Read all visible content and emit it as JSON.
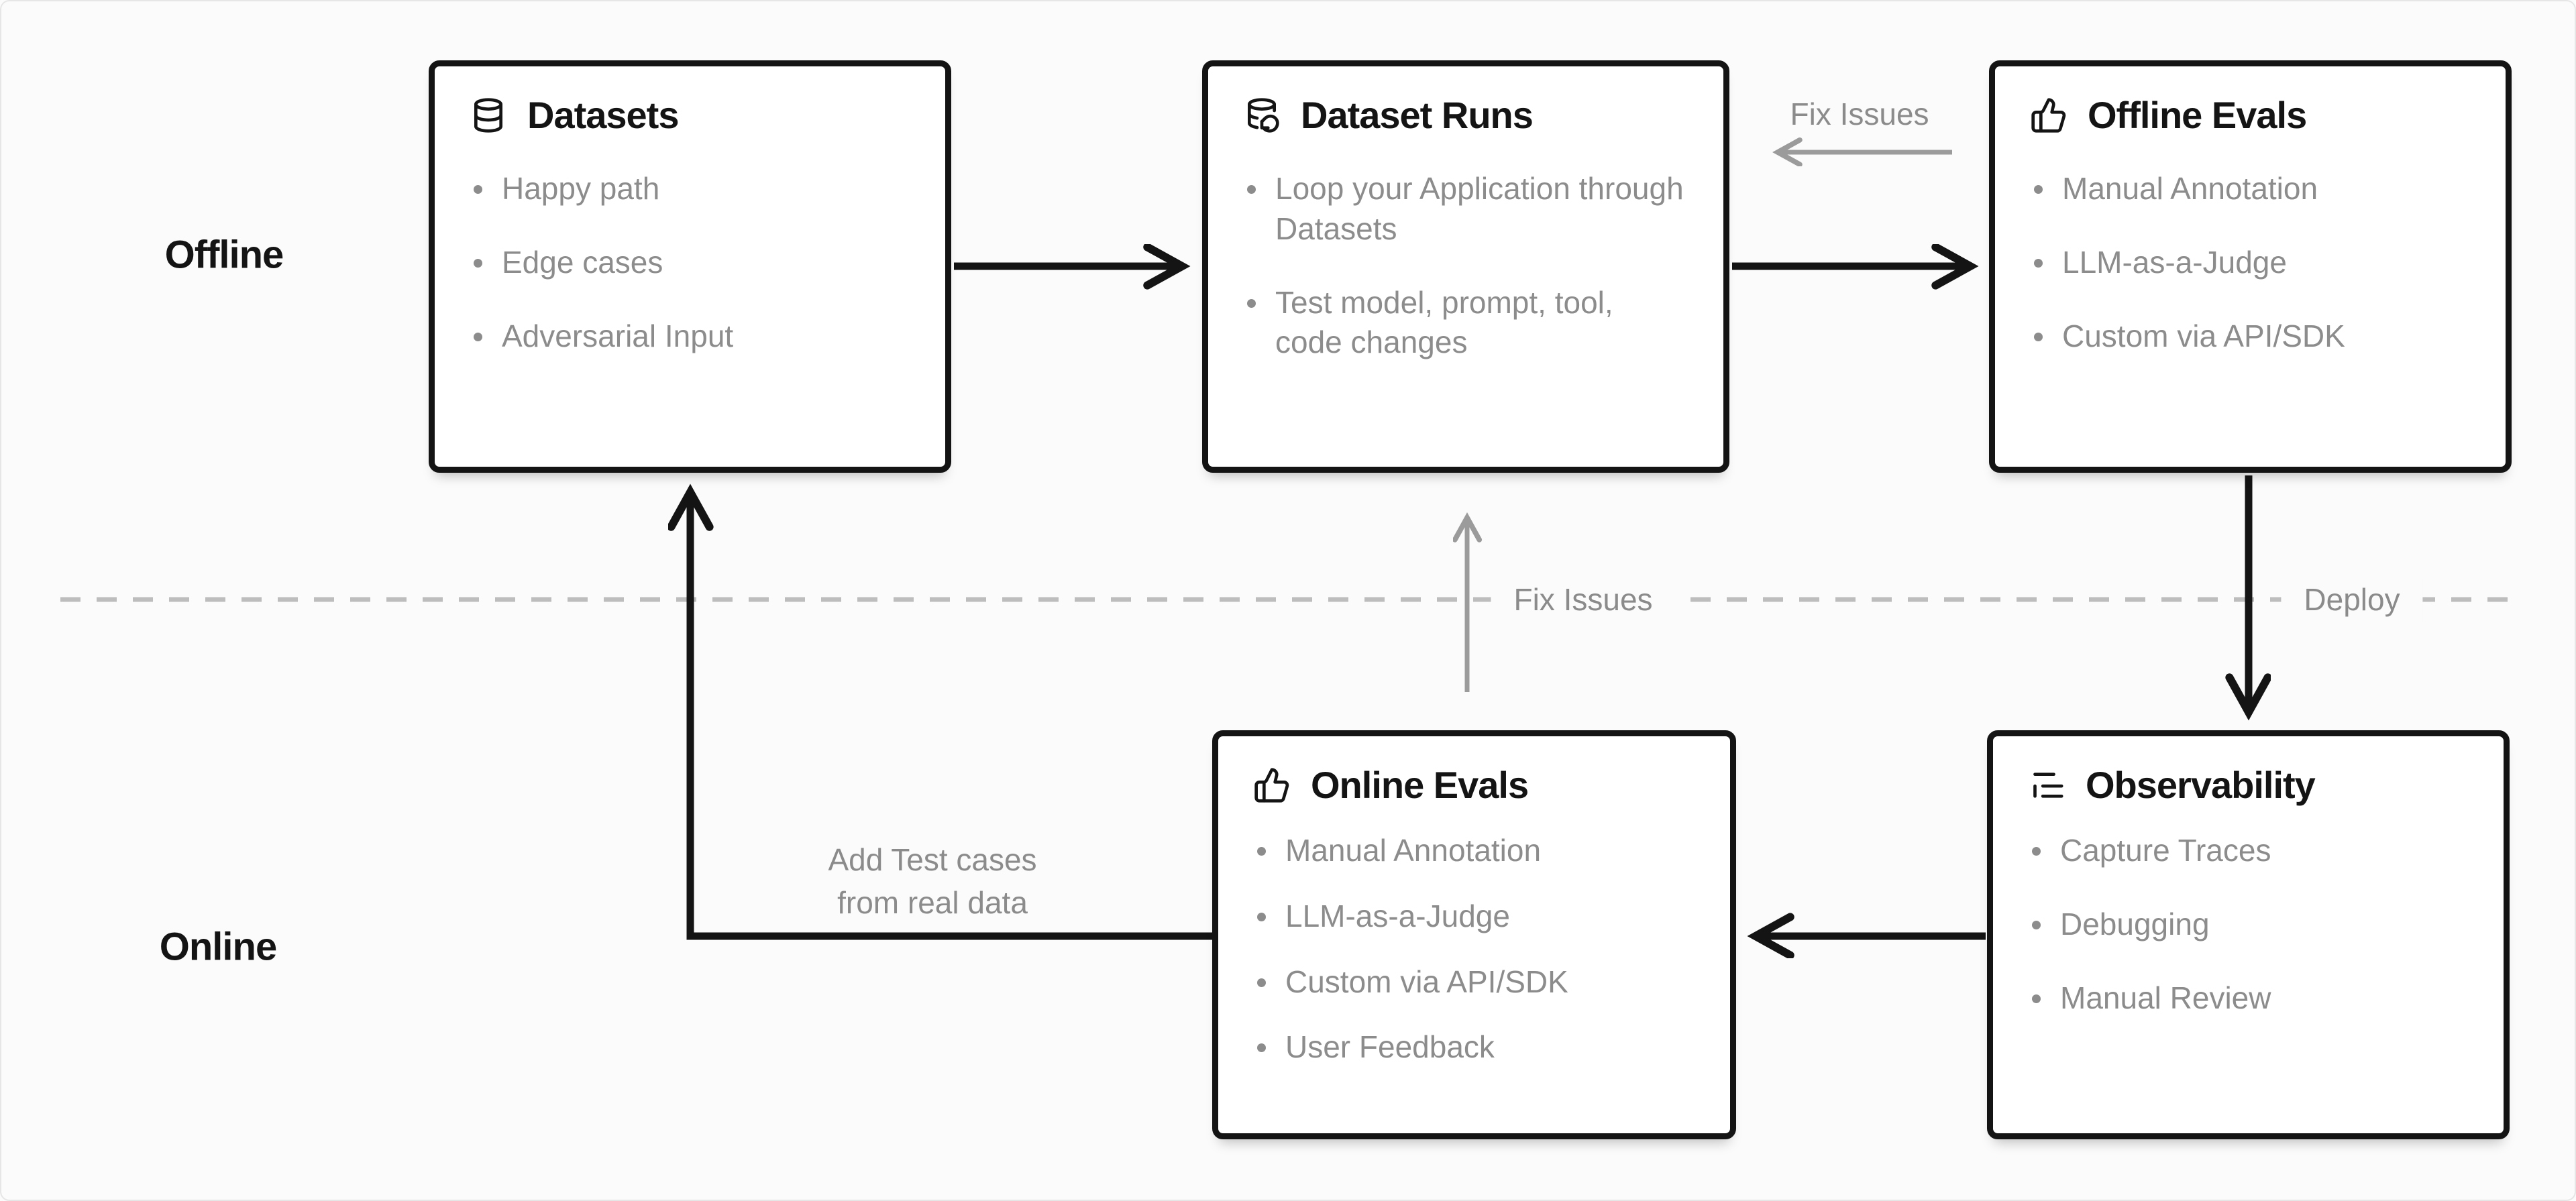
{
  "colors": {
    "canvas_bg": "#fbfbfb",
    "canvas_border": "#e6e6e6",
    "card_bg": "#ffffff",
    "card_border": "#141414",
    "title_text": "#141414",
    "muted_text": "#8c8c8c",
    "arrow_black": "#141414",
    "arrow_gray": "#9b9b9b",
    "divider_dash": "#bdbdbd"
  },
  "sections": {
    "offline": {
      "label": "Offline"
    },
    "online": {
      "label": "Online"
    }
  },
  "boxes": [
    {
      "id": "datasets",
      "icon": "database-icon",
      "title": "Datasets",
      "items": [
        "Happy path",
        "Edge cases",
        "Adversarial Input"
      ]
    },
    {
      "id": "dataset-runs",
      "icon": "database-refresh-icon",
      "title": "Dataset Runs",
      "items": [
        "Loop your Application through Datasets",
        "Test model, prompt, tool, code changes"
      ]
    },
    {
      "id": "offline-evals",
      "icon": "thumbs-up-icon",
      "title": "Offline Evals",
      "items": [
        "Manual Annotation",
        "LLM-as-a-Judge",
        "Custom via API/SDK"
      ]
    },
    {
      "id": "online-evals",
      "icon": "thumbs-up-icon",
      "title": "Online Evals",
      "items": [
        "Manual Annotation",
        "LLM-as-a-Judge",
        "Custom via API/SDK",
        "User Feedback"
      ]
    },
    {
      "id": "observability",
      "icon": "list-tree-icon",
      "title": "Observability",
      "items": [
        "Capture Traces",
        "Debugging",
        "Manual Review"
      ]
    }
  ],
  "edge_labels": {
    "fix_issues_top": "Fix Issues",
    "fix_issues_mid": "Fix Issues",
    "deploy": "Deploy",
    "add_test_cases_line1": "Add Test cases",
    "add_test_cases_line2": "from real data"
  },
  "edges": [
    {
      "from": "datasets",
      "to": "dataset-runs",
      "style": "black-arrow"
    },
    {
      "from": "dataset-runs",
      "to": "offline-evals",
      "style": "black-arrow"
    },
    {
      "from": "offline-evals",
      "to": "observability",
      "style": "black-arrow",
      "label": "Deploy"
    },
    {
      "from": "observability",
      "to": "online-evals",
      "style": "black-arrow"
    },
    {
      "from": "online-evals",
      "to": "datasets",
      "style": "black-arrow",
      "label": "Add Test cases from real data"
    },
    {
      "from": "offline-evals",
      "to": "dataset-runs",
      "style": "gray-arrow",
      "label": "Fix Issues"
    },
    {
      "from": "online-evals",
      "to": "dataset-runs",
      "style": "gray-arrow",
      "label": "Fix Issues"
    }
  ]
}
